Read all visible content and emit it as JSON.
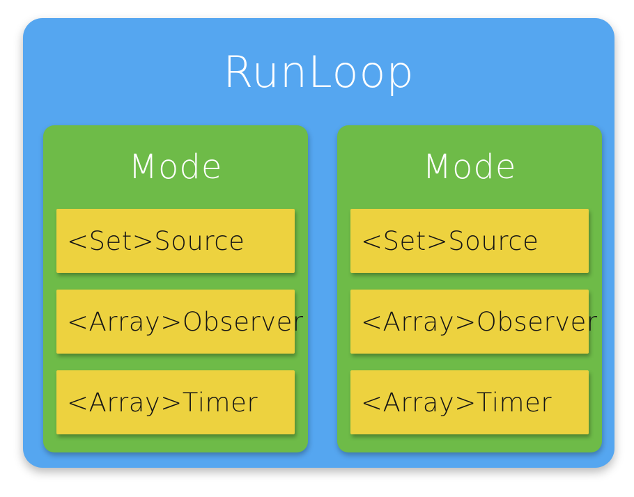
{
  "diagram": {
    "title": "RunLoop",
    "colors": {
      "outer": "#55A6F0",
      "mode": "#6EBB48",
      "item": "#EDD23F",
      "title_text": "#FFFFFF",
      "item_text": "#151515"
    },
    "modes": [
      {
        "title": "Mode",
        "items": [
          "<Set>Source",
          "<Array>Observer",
          "<Array>Timer"
        ]
      },
      {
        "title": "Mode",
        "items": [
          "<Set>Source",
          "<Array>Observer",
          "<Array>Timer"
        ]
      }
    ]
  }
}
